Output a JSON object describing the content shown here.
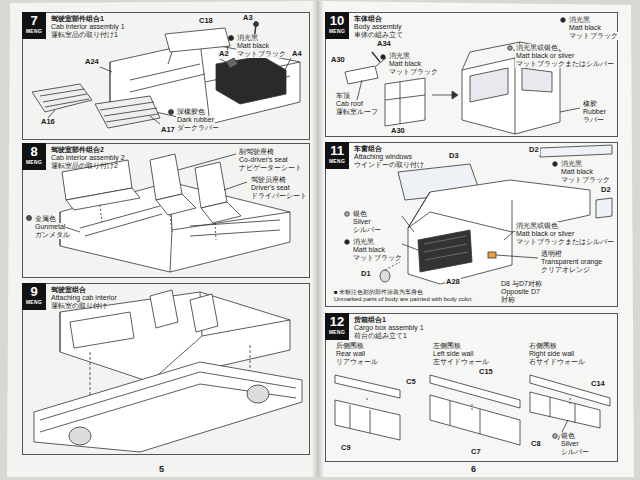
{
  "diagram": {
    "nodes": [
      {
        "text": [
          "驾驶室部件组合1",
          "Cab interior assembly 1",
          "運転室品の取り付け1"
        ]
      },
      {
        "text": [
          "7",
          "MENG"
        ],
        "in": 0
      },
      {
        "text": [
          "驾驶室部件组合2",
          "Cab interior assembly 2",
          "運転室品の取り付け2"
        ]
      },
      {
        "text": [
          "8",
          "MENG"
        ],
        "in": 2
      },
      {
        "text": [
          "驾驶室组合",
          "Attaching cab interior",
          "運転室の取り付け"
        ]
      },
      {
        "text": [
          "9",
          "MENG"
        ],
        "in": 4
      },
      {
        "text": [
          "车体组合",
          "Body assembly",
          "車体の組み立て"
        ]
      },
      {
        "text": [
          "10",
          "MENG"
        ],
        "in": 6
      },
      {
        "text": [
          "车窗组合",
          "Attaching windows",
          "ウインドーの取り付け"
        ]
      },
      {
        "text": [
          "11",
          "MENG"
        ],
        "in": 8
      },
      {
        "text": [
          "货箱组合1",
          "Cargo box assembly 1",
          "荷台の組み立て1"
        ]
      },
      {
        "text": [
          "12",
          "MENG"
        ],
        "in": 10
      }
    ],
    "labels": [
      "C18",
      "A3",
      "A2",
      "A4",
      "A24",
      "A16",
      "A17",
      "消光黑",
      "Matt black",
      "マットブラック",
      "深橡胶色",
      "Dark rubber",
      "ダークラバー",
      "副驾驶座椅",
      "Co-driver's seat",
      "ナビゲーターシート",
      "驾驶员座椅",
      "Driver's seat",
      "ドライバーシート",
      "金属色",
      "Gunmetal",
      "ガンメタル",
      "5",
      "A34",
      "A30",
      "A30",
      "消光黑",
      "Matt black",
      "マットブラック",
      "车顶",
      "Cab roof",
      "運転室ルーフ",
      "消光黑",
      "Matt black",
      "マットブラック",
      "消光黑或银色",
      "Matt black or silver",
      "マットブラックまたはシルバー",
      "橡胶",
      "Rubber",
      "ラバー",
      "D3",
      "D2",
      "D2",
      "消光黑",
      "Matt black",
      "マットブラック",
      "银色",
      "Silver",
      "シルバー",
      "消光黑",
      "Matt black",
      "マットブラック",
      "消光黑或银色",
      "Matt black or silver",
      "マットブラックまたはシルバー",
      "透明橙",
      "Transparent orange",
      "クリアオレンジ",
      "D1",
      "A28",
      "D8 与D7对称",
      "Opposite D7",
      "対称",
      "■ 未标注色彩的部件涂装为车身色",
      "Unmarked parts of body are painted with body color.",
      "后侧围板",
      "Rear wall",
      "リアウォール",
      "C5",
      "C9",
      "左侧围板",
      "Left side wall",
      "左サイドウォール",
      "C15",
      "C7",
      "右侧围板",
      "Right side wall",
      "右サイドウォール",
      "C14",
      "C8",
      "银色",
      "Silver",
      "シルバー",
      "6"
    ]
  }
}
